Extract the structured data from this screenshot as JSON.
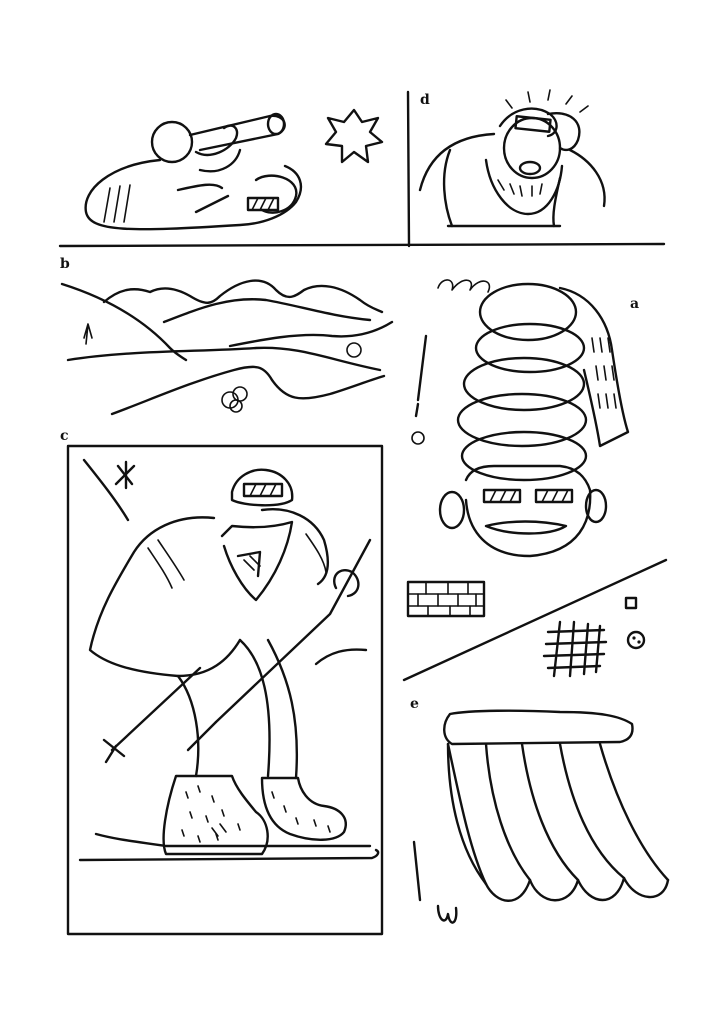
{
  "labels": {
    "panel_d": "d",
    "panel_b": "b",
    "panel_a": "a",
    "panel_c": "c",
    "panel_e": "e"
  },
  "colors": {
    "ink": "#111111",
    "paper": "#ffffff"
  }
}
